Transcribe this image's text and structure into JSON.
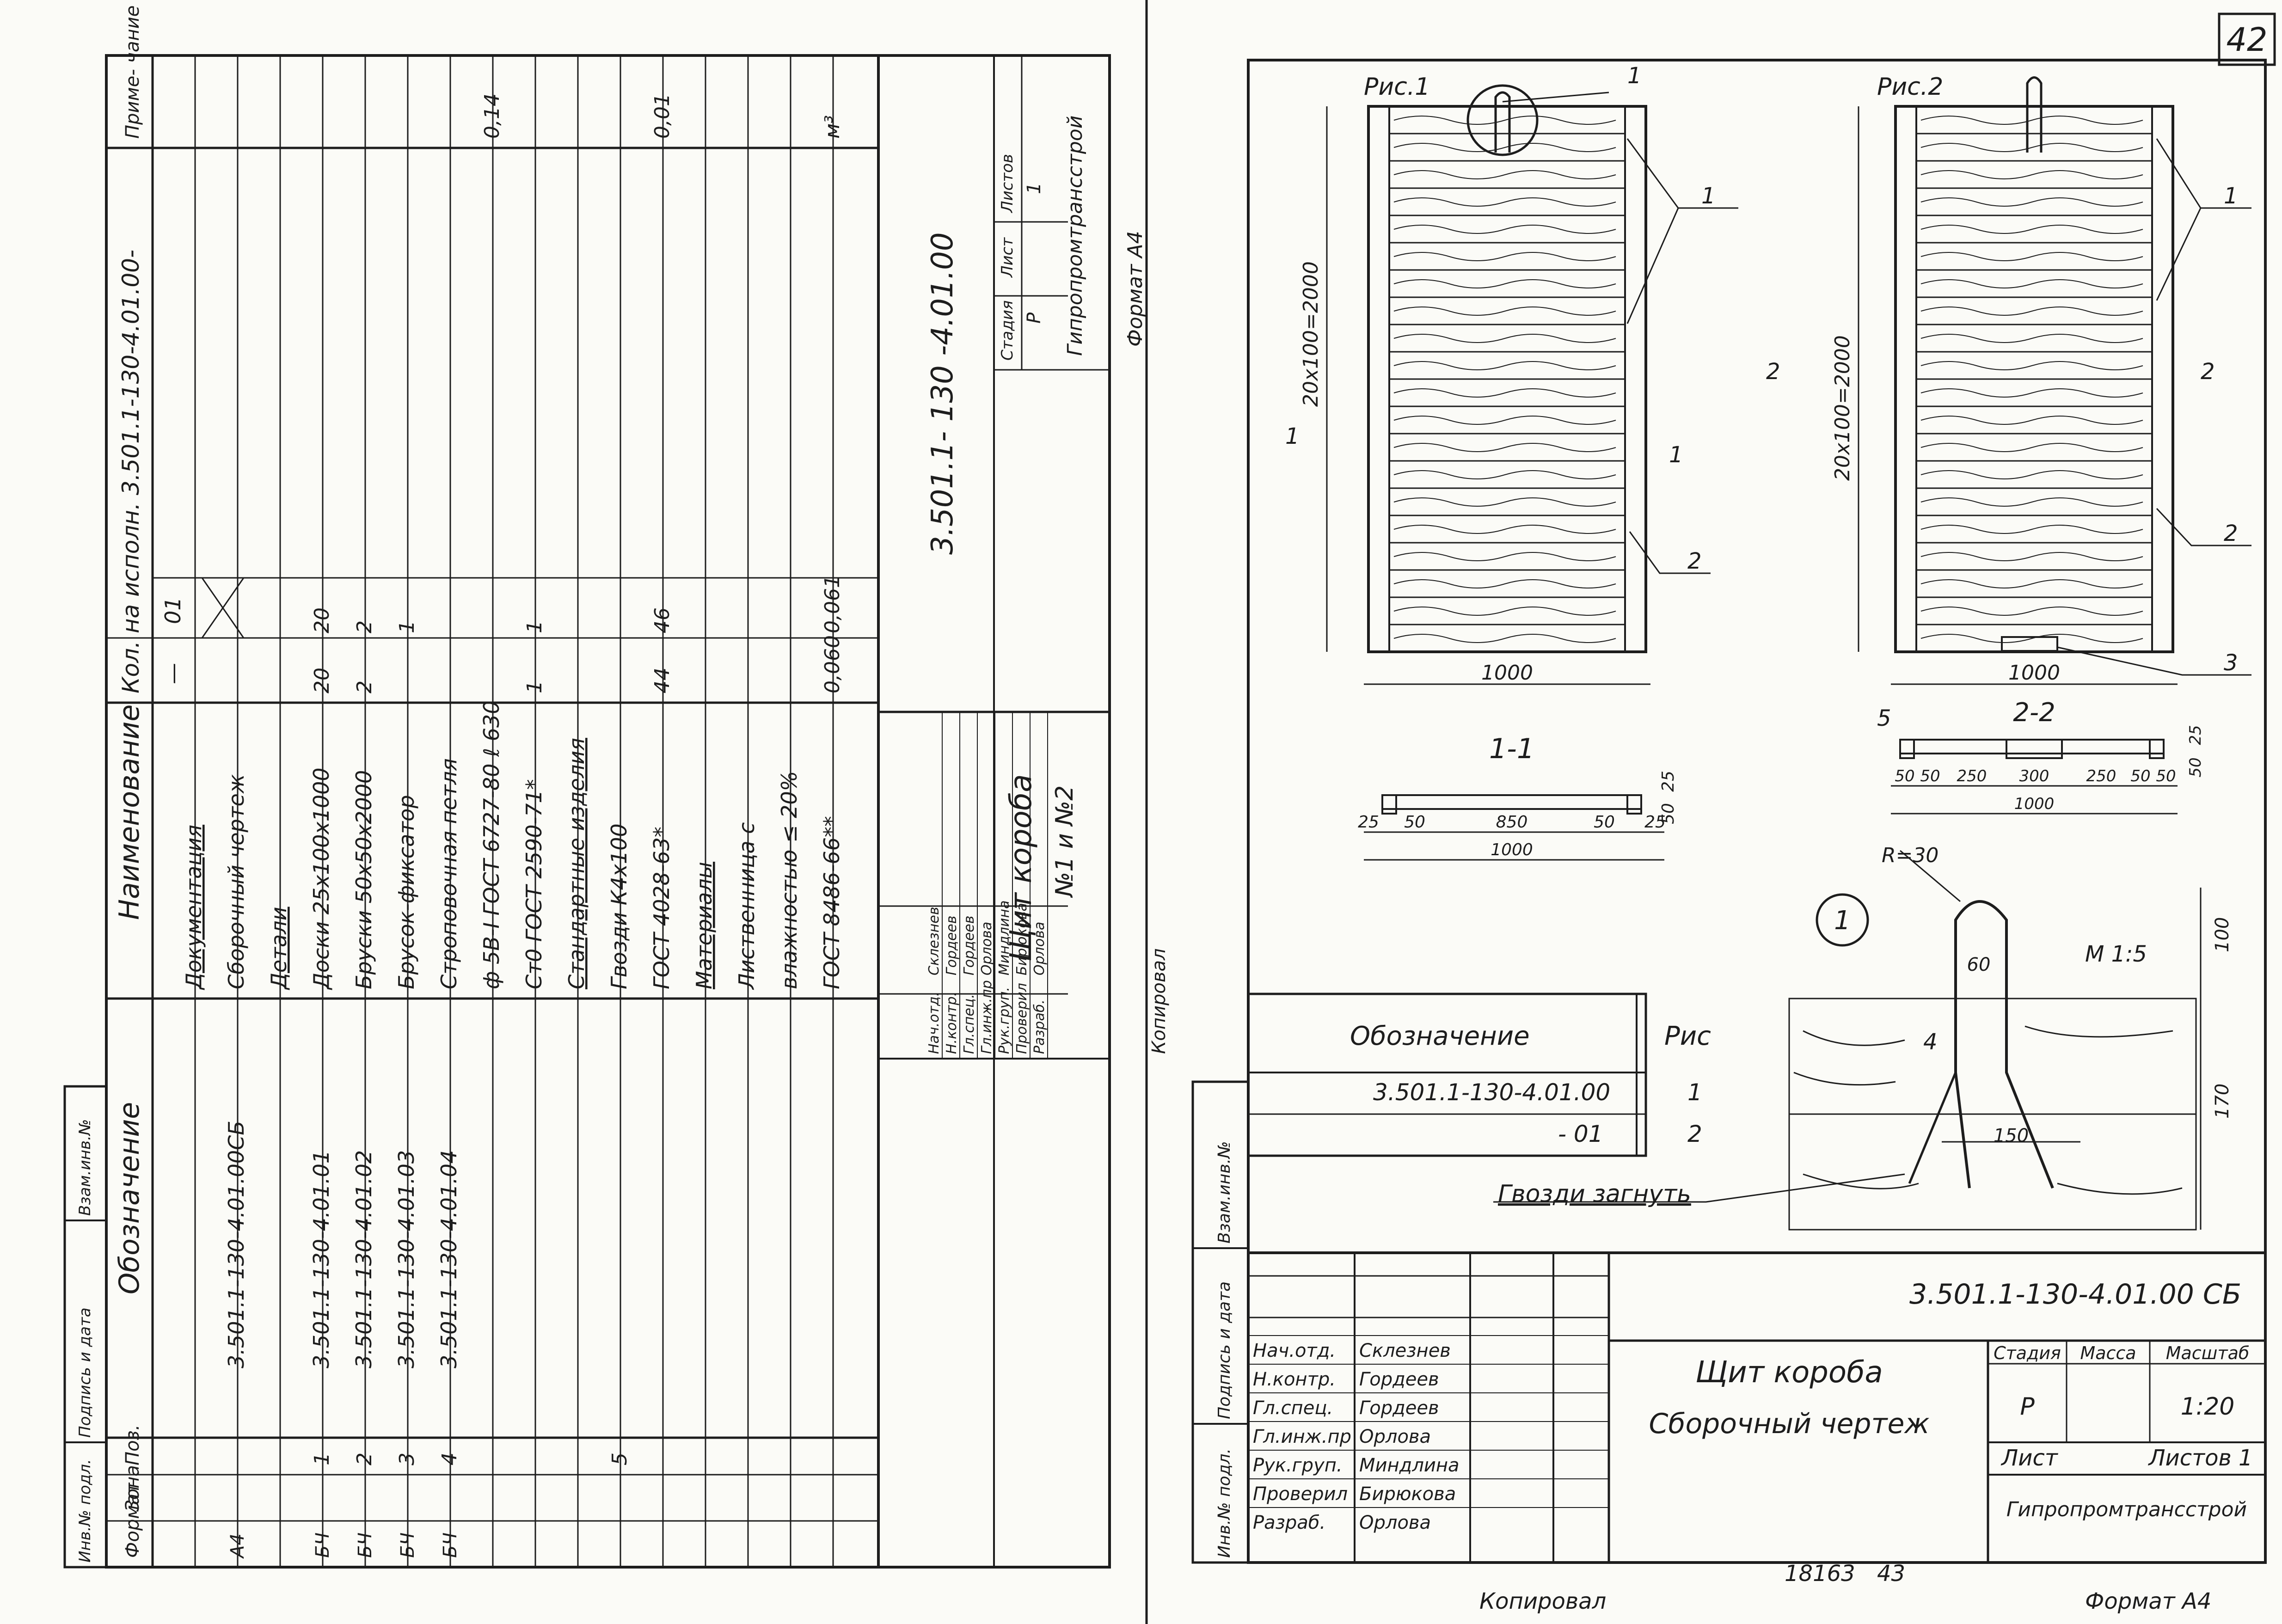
{
  "left_sheet": {
    "spec_headers": {
      "format": "Формат",
      "zone": "Зона",
      "pos": "Поз.",
      "designation": "Обозначение",
      "name": "Наименование",
      "qty_title": "Кол. на исполн. 3.501.1-130-4.01.00-",
      "qty_col1": "—",
      "qty_col2": "01",
      "note": "Приме- чание"
    },
    "spec_rows": [
      {
        "format": "",
        "pos": "",
        "designation": "",
        "name": "Документация",
        "q1": "",
        "q2": "",
        "note": "",
        "underline": true
      },
      {
        "format": "А4",
        "pos": "",
        "designation": "3.501.1-130-4.01.00СБ",
        "name": "Сборочный чертеж",
        "q1": "",
        "q2": "",
        "note": "",
        "cross": true
      },
      {
        "format": "",
        "pos": "",
        "designation": "",
        "name": "Детали",
        "q1": "",
        "q2": "",
        "note": "",
        "underline": true
      },
      {
        "format": "БЧ",
        "pos": "1",
        "designation": "3.501.1-130-4.01.01",
        "name": "Доски 25х100х1000",
        "q1": "20",
        "q2": "20",
        "note": ""
      },
      {
        "format": "БЧ",
        "pos": "2",
        "designation": "3.501.1-130-4.01.02",
        "name": "Бруски 50х50х2000",
        "q1": "2",
        "q2": "2",
        "note": ""
      },
      {
        "format": "БЧ",
        "pos": "3",
        "designation": "3.501.1-130-4.01.03",
        "name": "Брусок-фиксатор",
        "q1": "",
        "q2": "1",
        "note": ""
      },
      {
        "format": "БЧ",
        "pos": "4",
        "designation": "3.501.1-130-4.01.04",
        "name": "Строповочная петля",
        "q1": "",
        "q2": "",
        "note": ""
      },
      {
        "format": "",
        "pos": "",
        "designation": "",
        "name": "ф 5В-I ГОСТ 6727-80 ℓ 630",
        "q1": "",
        "q2": "",
        "note": "0,14"
      },
      {
        "format": "",
        "pos": "",
        "designation": "",
        "name": "Ст0 ГОСТ 2590-71*",
        "q1": "1",
        "q2": "1",
        "note": ""
      },
      {
        "format": "",
        "pos": "",
        "designation": "",
        "name": "Стандартные изделия",
        "q1": "",
        "q2": "",
        "note": "",
        "underline": true
      },
      {
        "format": "",
        "pos": "5",
        "designation": "",
        "name": "Гвозди К4х100",
        "q1": "",
        "q2": "",
        "note": ""
      },
      {
        "format": "",
        "pos": "",
        "designation": "",
        "name": "ГОСТ 4028-63*",
        "q1": "44",
        "q2": "46",
        "note": "0,01"
      },
      {
        "format": "",
        "pos": "",
        "designation": "",
        "name": "Материалы",
        "q1": "",
        "q2": "",
        "note": "",
        "underline": true
      },
      {
        "format": "",
        "pos": "",
        "designation": "",
        "name": "Лиственница с",
        "q1": "",
        "q2": "",
        "note": ""
      },
      {
        "format": "",
        "pos": "",
        "designation": "",
        "name": "влажностью ≤ 20%",
        "q1": "",
        "q2": "",
        "note": ""
      },
      {
        "format": "",
        "pos": "",
        "designation": "",
        "name": "ГОСТ 8486-66**",
        "q1": "0,060",
        "q2": "0,061",
        "note": "м³"
      }
    ],
    "side_labels": [
      "Инв.№ подл.",
      "Подпись и дата",
      "Взам.инв.№"
    ],
    "title_block": {
      "code": "3.501.1- 130 -4.01.00",
      "title_line1": "Щит короба",
      "title_line2": "№1 и №2",
      "stage_label": "Стадия",
      "sheet_label": "Лист",
      "sheets_label": "Листов",
      "stage": "Р",
      "sheets": "1",
      "org": "Гипропромтрансстрой",
      "roles": [
        {
          "role": "Нач.отд.",
          "name": "Склезнев"
        },
        {
          "role": "Н.контр.",
          "name": "Гордеев"
        },
        {
          "role": "Гл.спец.",
          "name": "Гордеев"
        },
        {
          "role": "Гл.инж.пр",
          "name": "Орлова"
        },
        {
          "role": "Рук.груп.",
          "name": "Миндлина"
        },
        {
          "role": "Проверил",
          "name": "Бирюкова"
        },
        {
          "role": "Разраб.",
          "name": "Орлова"
        }
      ],
      "copied": "Копировал",
      "format": "Формат А4"
    }
  },
  "right_sheet": {
    "sheet_number": "42",
    "fig1": "Рис.1",
    "fig2": "Рис.2",
    "dim_vertical": "20х100=2000",
    "dim_width": "1000",
    "cut1": "1",
    "cut2": "2",
    "callouts": [
      "1",
      "1",
      "2",
      "1",
      "2",
      "3",
      "4",
      "5"
    ],
    "section11": {
      "title": "1-1",
      "dims": [
        "25",
        "50",
        "850",
        "50",
        "25",
        "1000",
        "25",
        "50"
      ]
    },
    "section22": {
      "title": "2-2",
      "dims": [
        "50",
        "50",
        "250",
        "300",
        "250",
        "50",
        "50",
        "1000",
        "25",
        "50"
      ]
    },
    "detail": {
      "id": "1",
      "radius": "R=30",
      "scale": "М 1:5",
      "dims": [
        "60",
        "150",
        "100",
        "170"
      ],
      "note": "Гвозди загнуть"
    },
    "table": {
      "h1": "Обозначение",
      "h2": "Рис",
      "rows": [
        {
          "designation": "3.501.1-130-4.01.00",
          "fig": "1"
        },
        {
          "designation": "- 01",
          "fig": "2"
        }
      ]
    },
    "side_labels": [
      "Инв.№ подл.",
      "Подпись и дата",
      "Взам.инв.№"
    ],
    "title_block": {
      "code": "3.501.1-130-4.01.00 СБ",
      "title_line1": "Щит короба",
      "title_line2": "Сборочный чертеж",
      "stage_label": "Стадия",
      "mass_label": "Масса",
      "scale_label": "Масштаб",
      "stage": "Р",
      "scale": "1:20",
      "sheet_label": "Лист",
      "sheets_label": "Листов 1",
      "org": "Гипропромтрансстрой",
      "roles": [
        {
          "role": "Нач.отд.",
          "name": "Склезнев"
        },
        {
          "role": "Н.контр.",
          "name": "Гордеев"
        },
        {
          "role": "Гл.спец.",
          "name": "Гордеев"
        },
        {
          "role": "Гл.инж.пр",
          "name": "Орлова"
        },
        {
          "role": "Рук.груп.",
          "name": "Миндлина"
        },
        {
          "role": "Проверил",
          "name": "Бирюкова"
        },
        {
          "role": "Разраб.",
          "name": "Орлова"
        }
      ]
    },
    "footer": {
      "copied": "Копировал",
      "number": "18163",
      "number2": "43",
      "format": "Формат А4"
    }
  }
}
